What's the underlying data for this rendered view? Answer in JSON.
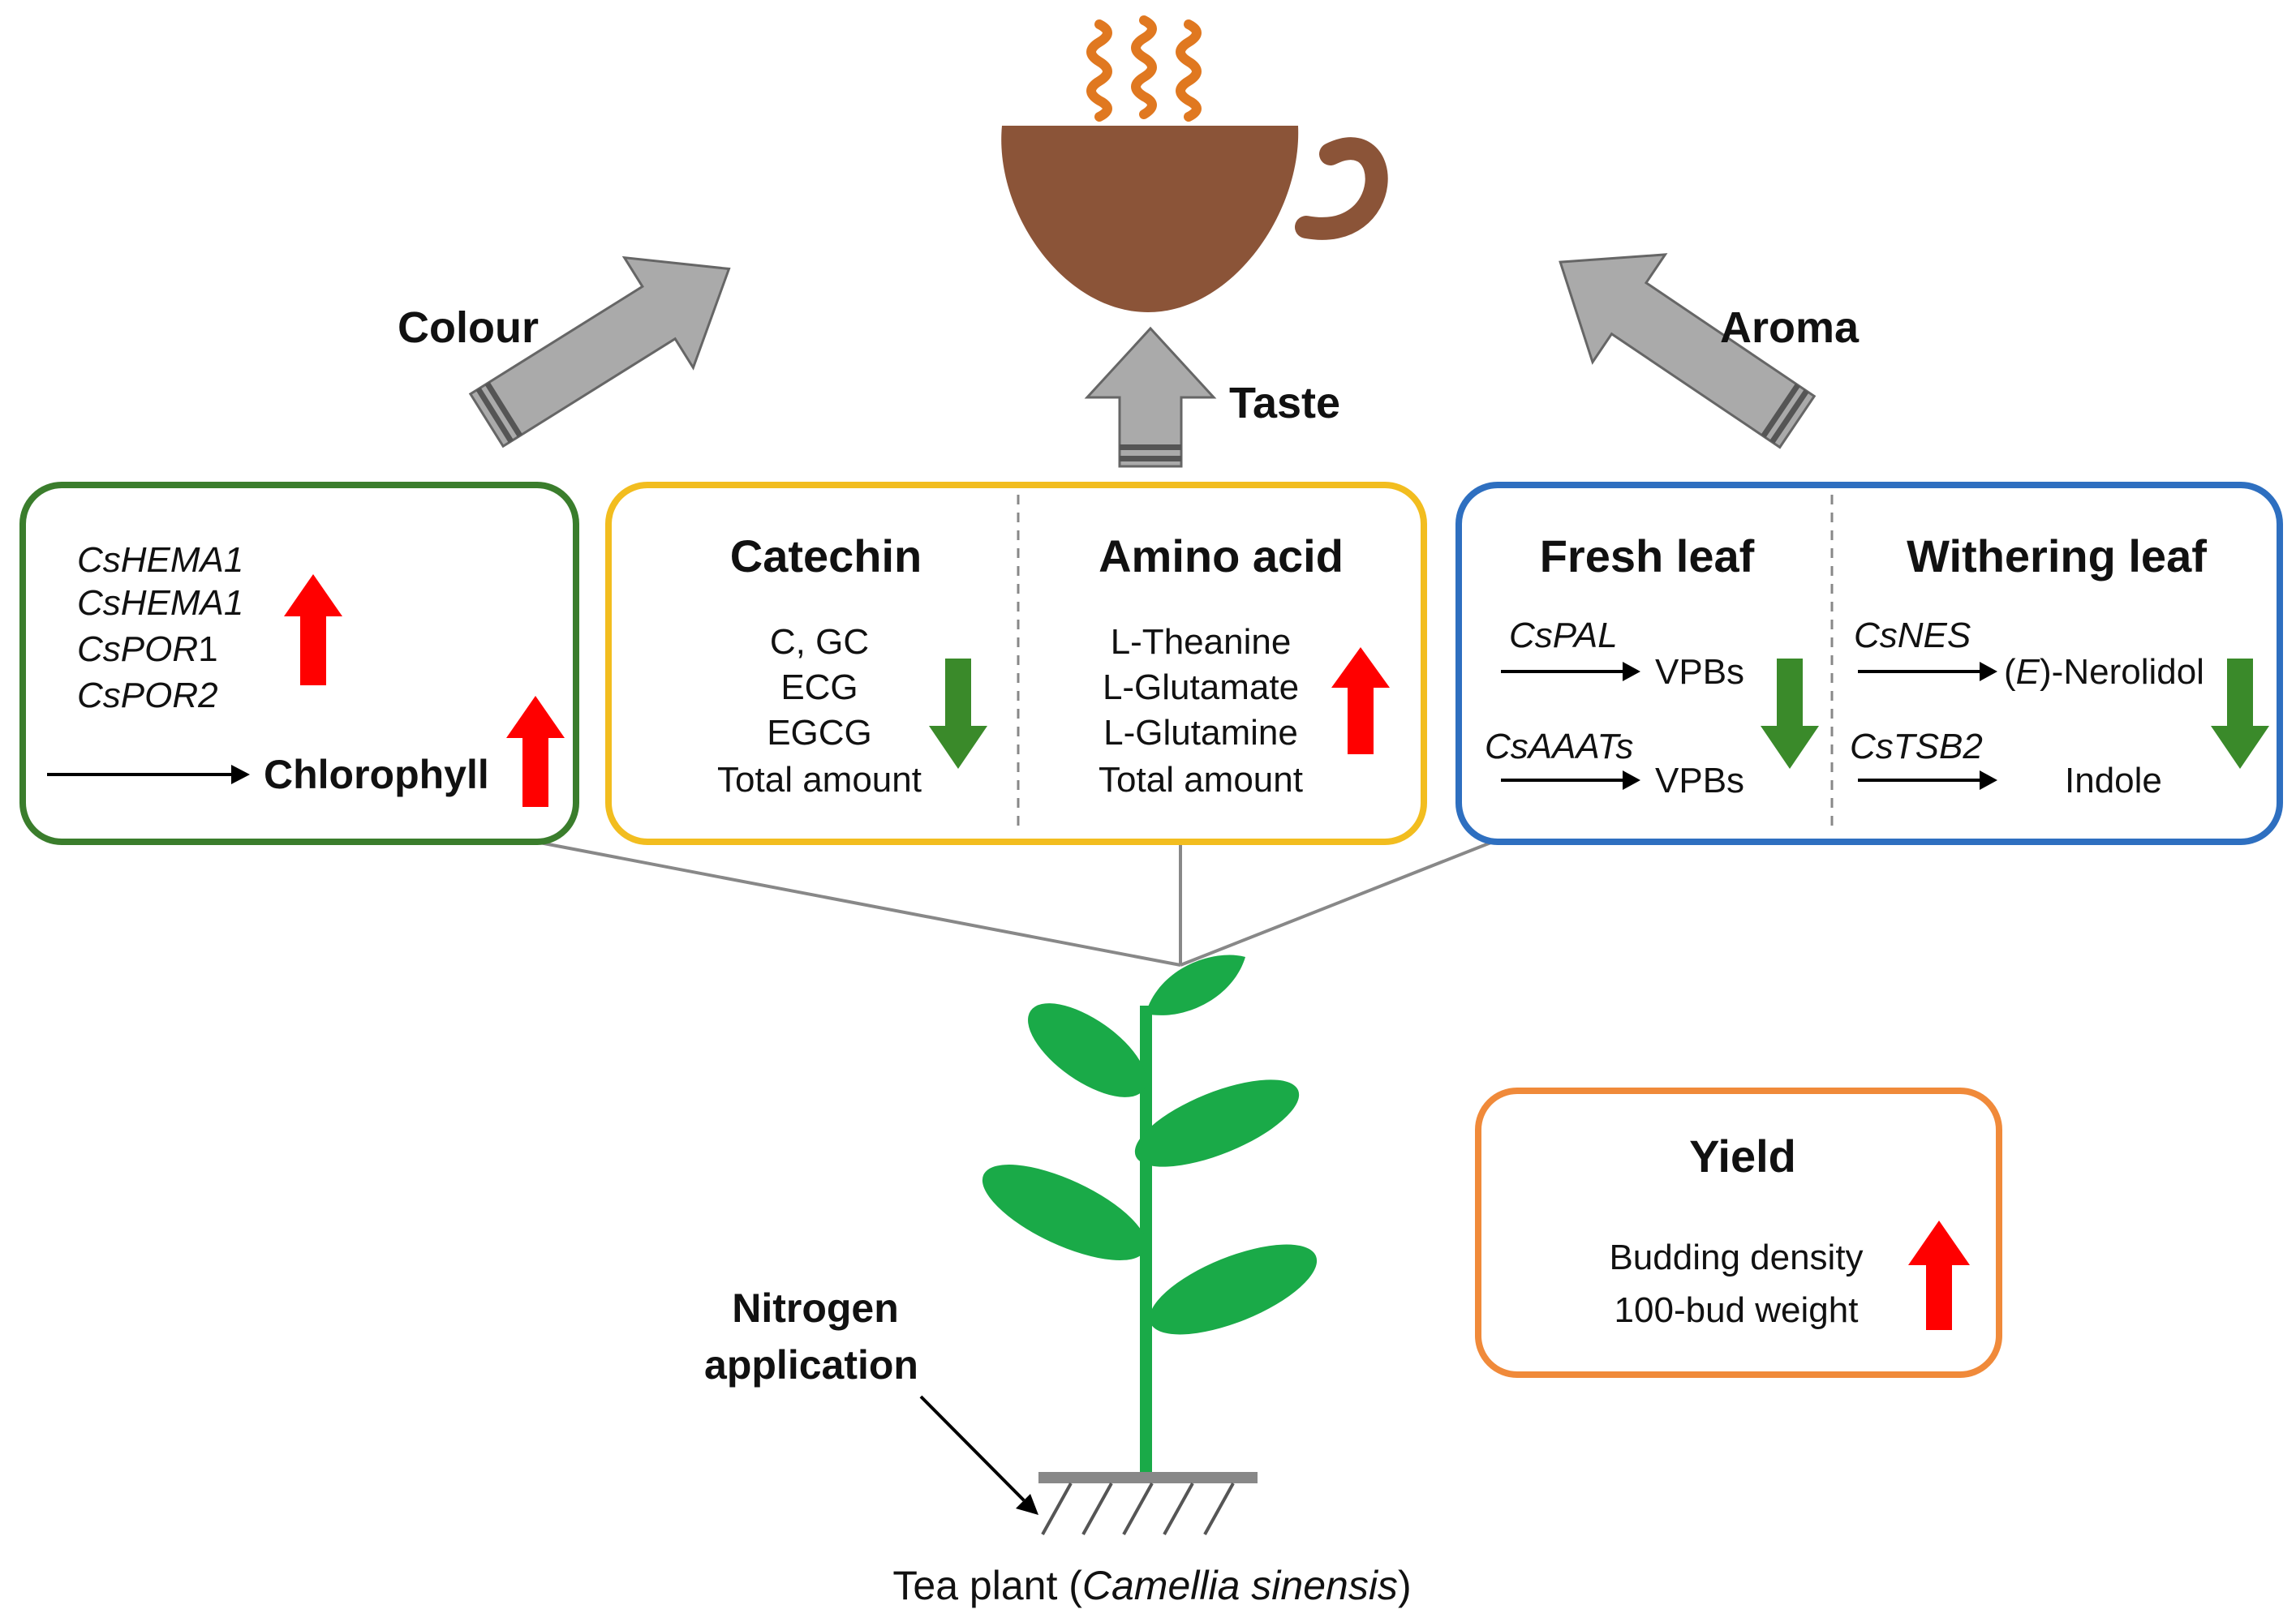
{
  "labels": {
    "colour": "Colour",
    "taste": "Taste",
    "aroma": "Aroma",
    "nitrogen_line1": "Nitrogen",
    "nitrogen_line2": "application",
    "tea_plant_prefix": "Tea plant (",
    "tea_plant_species": "Camellia sinensis",
    "tea_plant_suffix": ")"
  },
  "colour_box": {
    "genes": [
      "CsHEMA1",
      "CsHEMA1",
      "CsPOR1",
      "CsPOR2"
    ],
    "product": "Chlorophyll",
    "gene_trend": "up",
    "product_trend": "up",
    "border_color": "#3a7d2c"
  },
  "taste_box": {
    "catechin": {
      "title": "Catechin",
      "items": [
        "C, GC",
        "ECG",
        "EGCG",
        "Total amount"
      ],
      "trend": "down"
    },
    "amino_acid": {
      "title": "Amino acid",
      "items": [
        "L-Theanine",
        "L-Glutamate",
        "L-Glutamine",
        "Total amount"
      ],
      "trend": "up"
    },
    "border_color": "#f2bd1f"
  },
  "aroma_box": {
    "fresh_leaf": {
      "title": "Fresh leaf",
      "rows": [
        {
          "gene": "CsPAL",
          "product": "VPBs"
        },
        {
          "gene": "CsAAATs",
          "product": "VPBs"
        }
      ],
      "trend": "down"
    },
    "withering_leaf": {
      "title": "Withering leaf",
      "rows": [
        {
          "gene": "CsNES",
          "product_prefix": "(",
          "product_italic": "E",
          "product_suffix": ")-Nerolidol"
        },
        {
          "gene": "CsTSB2",
          "product": "Indole"
        }
      ],
      "trend": "down"
    },
    "border_color": "#2e6fc0"
  },
  "yield_box": {
    "title": "Yield",
    "items": [
      "Budding density",
      "100-bud weight"
    ],
    "trend": "up",
    "border_color": "#f08a3a"
  },
  "colors": {
    "up_arrow": "#ff0000",
    "down_arrow": "#3a8a2a",
    "cup": "#8b5438",
    "steam": "#e07820",
    "plant": "#1aaa48",
    "gray_arrow": "#aaaaaa"
  }
}
